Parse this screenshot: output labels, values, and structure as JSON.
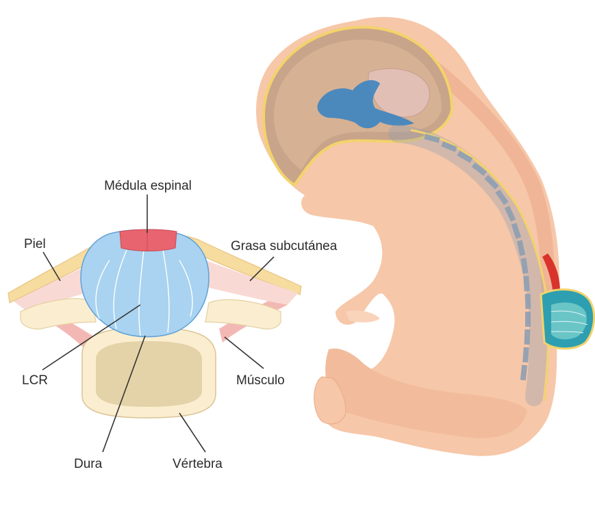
{
  "labels": {
    "spinal_cord": "Médula espinal",
    "skin": "Piel",
    "subcutaneous_fat": "Grasa subcutánea",
    "csf": "LCR",
    "muscle": "Músculo",
    "dura": "Dura",
    "vertebra": "Vértebra"
  },
  "colors": {
    "skin": "#f6c7a8",
    "skin_shadow": "#eba98a",
    "fat": "#f7dca0",
    "muscle": "#f4b8b4",
    "csf": "#a9d3f0",
    "spinal_cord": "#e8646e",
    "bone_outer": "#fbeed0",
    "bone_inner": "#e4d3a8",
    "ventricles": "#3f86c0",
    "brain": "#e2bfb4",
    "vertebra_blocks": "#8e9fb2",
    "sac_teal": "#2d9fb0",
    "lesion_red": "#d9332b",
    "yellow_line": "#f3d36b"
  }
}
